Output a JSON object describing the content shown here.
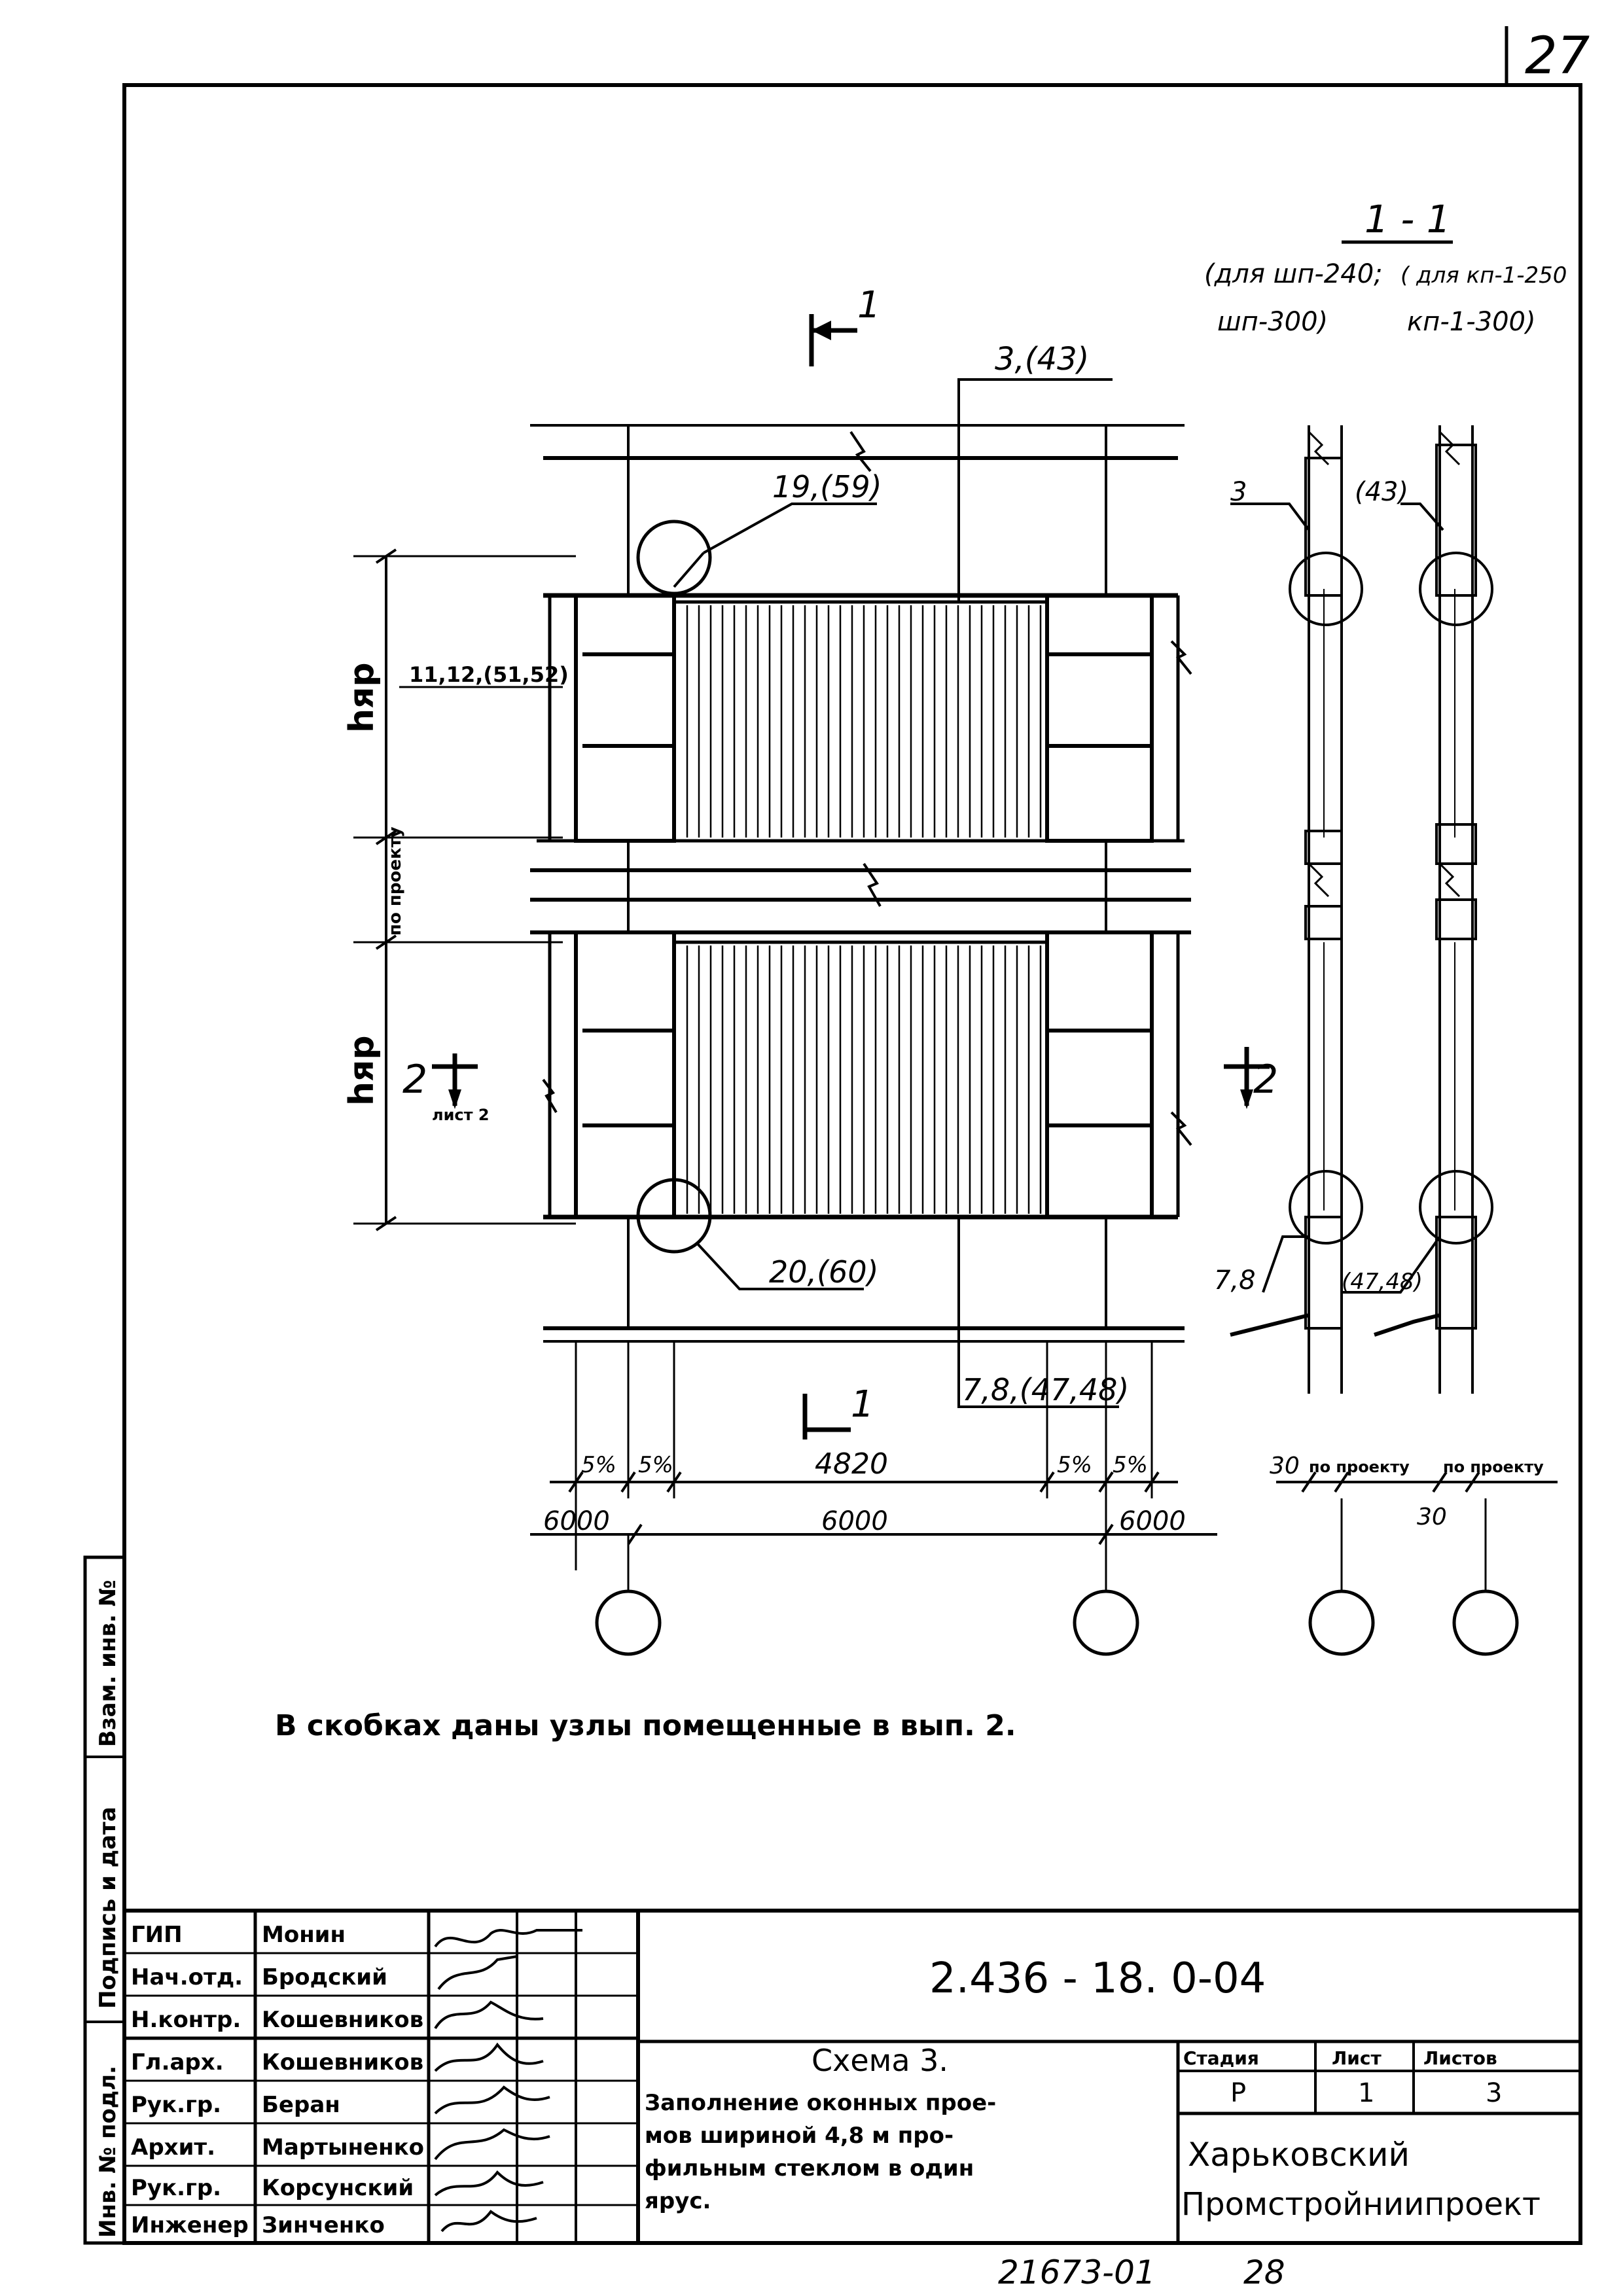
{
  "sheet_number": "27",
  "section": {
    "label": "1 - 1",
    "variant_a_line1": "(для шп-240;",
    "variant_a_line2": "шп-300)",
    "variant_b_line1": "( для кп-1-250",
    "variant_b_line2": "кп-1-300)"
  },
  "cut_marks": {
    "top": "1",
    "bottom": "1",
    "left": "2",
    "right": "2",
    "left_sheet": "лист 2"
  },
  "callouts": {
    "top_panel": "3,(43)",
    "top_node": "19,(59)",
    "side_node": "11,12,(51,52)",
    "bottom_node": "20,(60)",
    "bottom_panel": "7,8,(47,48)",
    "section_top_a": "3",
    "section_top_b": "(43)",
    "section_bottom_a": "7,8",
    "section_bottom_b": "(47,48)"
  },
  "levels": {
    "h_top": "hяр",
    "middle": "по проекту",
    "h_bottom": "hяр"
  },
  "dimensions": {
    "left_small": "5%",
    "left_small_b": "5%",
    "center": "4820",
    "right_small": "5%",
    "right_small_b": "5%",
    "left_step": "6000",
    "center_step": "6000",
    "right_step": "6000",
    "sec_a_left": "30",
    "sec_a_right": "по проекту",
    "sec_b_left": "30",
    "sec_b_right": "по проекту"
  },
  "note": "В скобках даны узлы помещенные в вып. 2.",
  "side_labels": {
    "top": "Взам. инв. №",
    "middle": "Подпись и дата",
    "bottom": "Инв. № подл."
  },
  "title_block": {
    "signatures": [
      {
        "role": "ГИП",
        "name": "Монин"
      },
      {
        "role": "Нач.отд.",
        "name": "Бродский"
      },
      {
        "role": "Н.контр.",
        "name": "Кошевников"
      },
      {
        "role": "Гл.арх.",
        "name": "Кошевников"
      },
      {
        "role": "Рук.гр.",
        "name": "Беран"
      },
      {
        "role": "Архит.",
        "name": "Мартыненко"
      },
      {
        "role": "Рук.гр.",
        "name": "Корсунский"
      },
      {
        "role": "Инженер",
        "name": "Зинченко"
      }
    ],
    "document_code": "2.436 - 18. 0-04",
    "scheme_title": "Схема 3.",
    "description_lines": [
      "Заполнение оконных прое-",
      "мов шириной 4,8 м про-",
      "фильным стеклом в один",
      "ярус."
    ],
    "stage_header": "Стадия",
    "sheet_header": "Лист",
    "sheets_header": "Листов",
    "stage_value": "Р",
    "sheet_value": "1",
    "sheets_value": "3",
    "org_line1": "Харьковский",
    "org_line2": "Промстройниипроект"
  },
  "footer": {
    "archive": "21673-01",
    "page": "28"
  }
}
